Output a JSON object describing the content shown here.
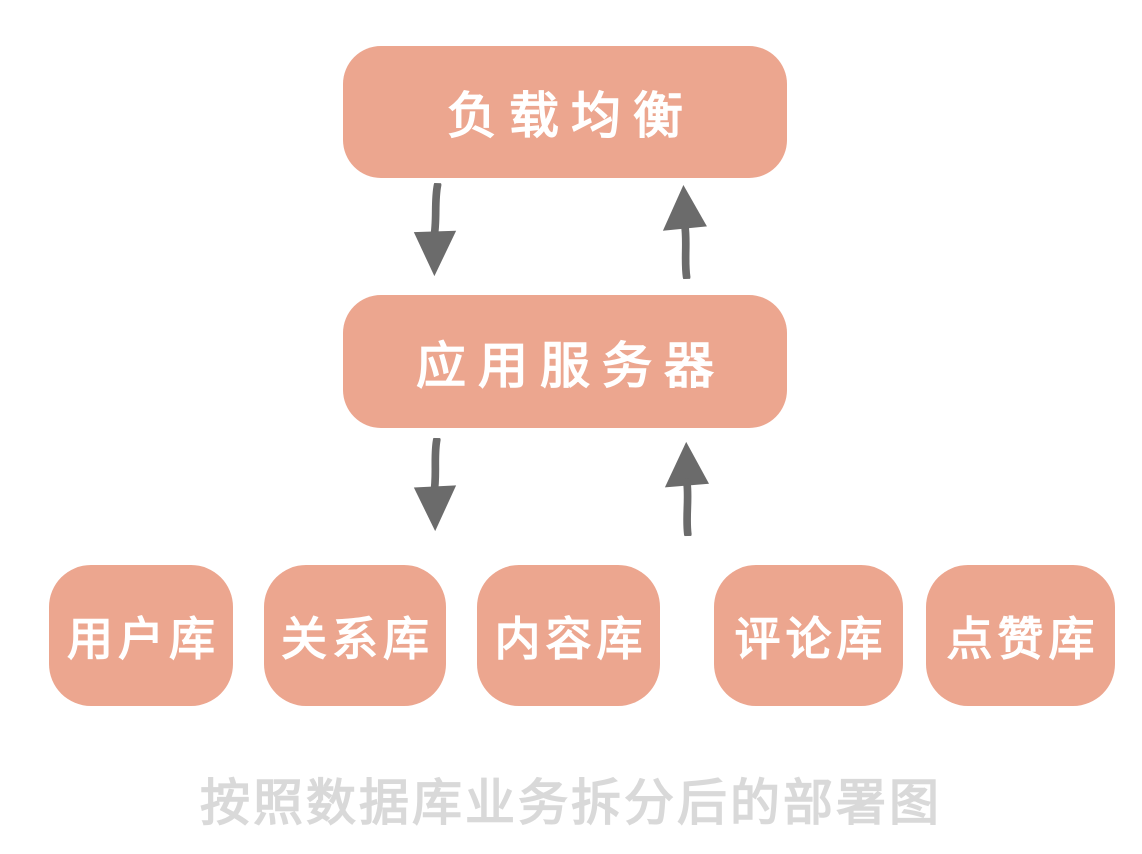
{
  "diagram": {
    "caption": "按照数据库业务拆分后的部署图",
    "colors": {
      "box_fill": "#ECA68F",
      "box_text": "#FFFFFF",
      "arrow": "#6B6B6B",
      "caption_text": "#D9D9D9",
      "background": "#FFFFFF"
    },
    "nodes": {
      "load_balancer": {
        "label": "负载均衡"
      },
      "app_server": {
        "label": "应用服务器"
      },
      "databases": [
        {
          "label": "用户库"
        },
        {
          "label": "关系库"
        },
        {
          "label": "内容库"
        },
        {
          "label": "评论库"
        },
        {
          "label": "点赞库"
        }
      ]
    },
    "arrows": [
      {
        "icon": "down-arrow-icon",
        "from": "load_balancer",
        "to": "app_server"
      },
      {
        "icon": "up-arrow-icon",
        "from": "app_server",
        "to": "load_balancer"
      },
      {
        "icon": "down-arrow-icon",
        "from": "app_server",
        "to": "databases"
      },
      {
        "icon": "up-arrow-icon",
        "from": "databases",
        "to": "app_server"
      }
    ]
  }
}
